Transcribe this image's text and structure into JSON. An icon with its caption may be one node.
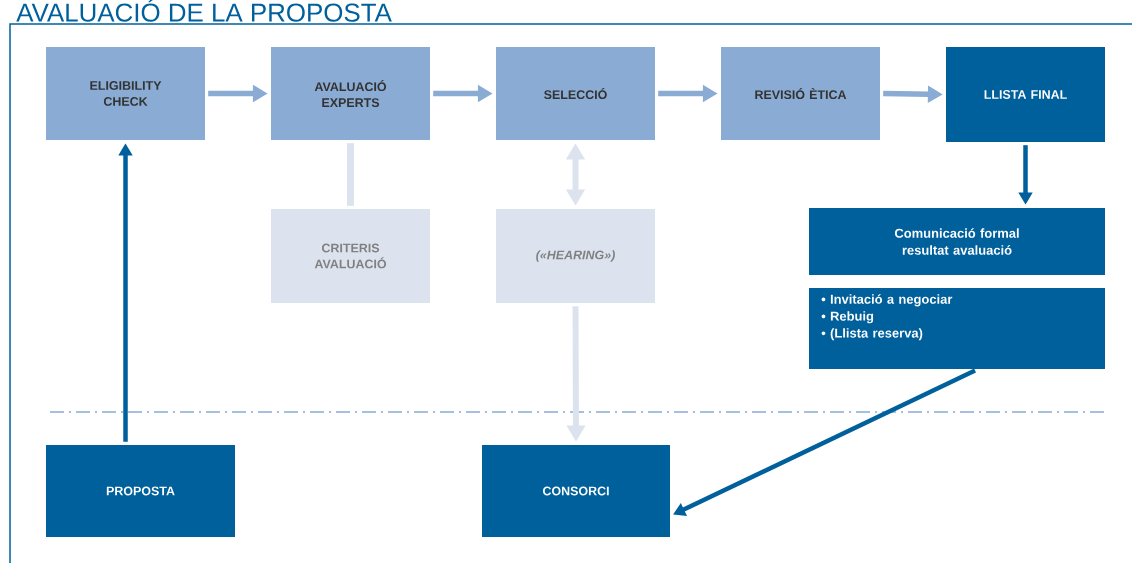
{
  "diagram": {
    "title": "AVALUACIÓ DE LA PROPOSTA",
    "nodes": [
      {
        "text": [
          "ELIGIBILITY CHECK"
        ]
      },
      {
        "text": [
          "AVALUACIÓ EXPERTS"
        ]
      },
      {
        "text": [
          "SELECCIÓ"
        ]
      },
      {
        "text": [
          "REVISIÓ ÈTICA"
        ]
      },
      {
        "text": [
          "LLISTA FINAL"
        ]
      },
      {
        "text": [
          "CRITERIS AVALUACIÓ"
        ]
      },
      {
        "text": [
          "(«HEARING»)"
        ]
      },
      {
        "text": [
          "Comunicació formal resultat avaluació"
        ]
      },
      {
        "text": [
          "• Invitació a negociar",
          "• Rebuig",
          "• (Llista reserva)"
        ]
      },
      {
        "text": [
          "PROPOSTA"
        ]
      },
      {
        "text": [
          "CONSORCI"
        ]
      }
    ],
    "edges": [
      {
        "from": 0,
        "to": 1,
        "arrow": "to",
        "color": "#8aabd3"
      },
      {
        "from": 1,
        "to": 2,
        "arrow": "to",
        "color": "#8aabd3"
      },
      {
        "from": 2,
        "to": 3,
        "arrow": "to",
        "color": "#8aabd3"
      },
      {
        "from": 3,
        "to": 4,
        "arrow": "to",
        "color": "#8aabd3"
      },
      {
        "from": 1,
        "to": 5,
        "arrow": "none",
        "color": "#dce3ef"
      },
      {
        "from": 2,
        "to": 6,
        "arrow": "both",
        "color": "#dce3ef"
      },
      {
        "from": 6,
        "to": 10,
        "arrow": "to",
        "color": "#dce3ef"
      },
      {
        "from": 4,
        "to": 7,
        "arrow": "to",
        "color": "#00609c"
      },
      {
        "from": 8,
        "to": 10,
        "arrow": "to",
        "color": "#00609c"
      },
      {
        "from": 9,
        "to": 0,
        "arrow": "to",
        "color": "#00609c"
      }
    ]
  }
}
